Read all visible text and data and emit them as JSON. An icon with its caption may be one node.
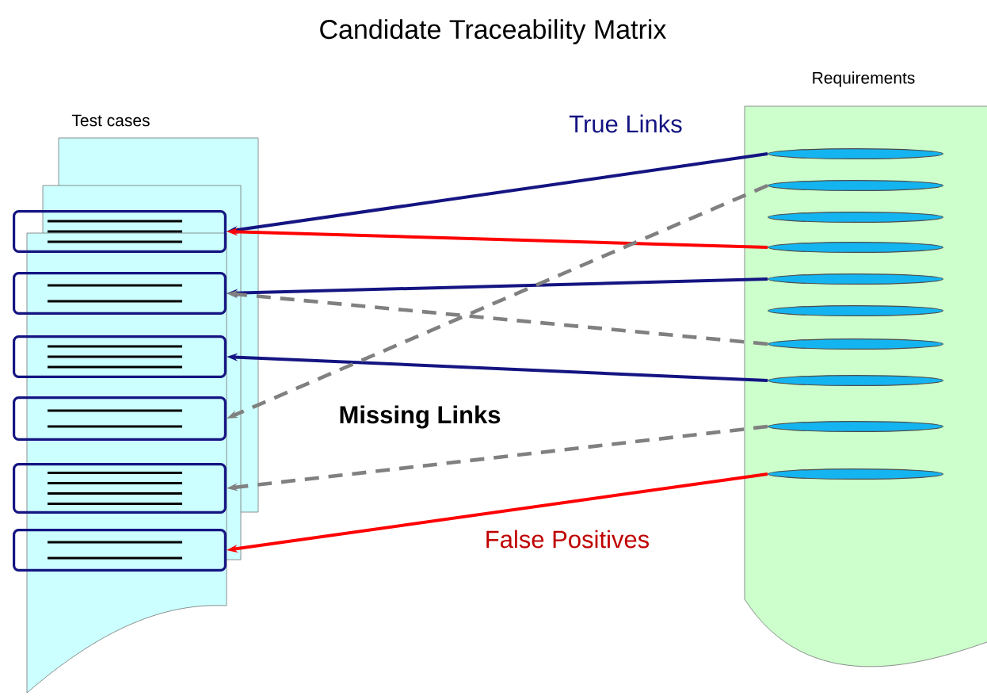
{
  "diagram": {
    "title": "Candidate Traceability Matrix",
    "nodes": [
      {
        "text": [
          "Test cases"
        ]
      },
      {
        "text": [],
        "shape": "box"
      },
      {
        "text": [],
        "shape": "box"
      },
      {
        "text": [],
        "shape": "box"
      },
      {
        "text": [],
        "shape": "box"
      },
      {
        "text": [],
        "shape": "box"
      },
      {
        "text": [],
        "shape": "box"
      },
      {
        "text": [
          "Requirements"
        ]
      },
      {
        "text": [],
        "shape": "ellipse",
        "in": 7
      },
      {
        "text": [],
        "shape": "ellipse",
        "in": 7
      },
      {
        "text": [],
        "shape": "ellipse",
        "in": 7
      },
      {
        "text": [],
        "shape": "ellipse",
        "in": 7
      },
      {
        "text": [],
        "shape": "ellipse",
        "in": 7
      },
      {
        "text": [],
        "shape": "ellipse",
        "in": 7
      },
      {
        "text": [],
        "shape": "ellipse",
        "in": 7
      },
      {
        "text": [],
        "shape": "ellipse",
        "in": 7
      },
      {
        "text": [],
        "shape": "ellipse",
        "in": 7
      },
      {
        "text": [],
        "shape": "ellipse",
        "in": 7
      }
    ],
    "edges": [
      {
        "from": 8,
        "to": 1,
        "arrow": "to"
      },
      {
        "from": 11,
        "to": 1,
        "arrow": "to",
        "color": "#ff0000"
      },
      {
        "from": 12,
        "to": 2,
        "arrow": "to"
      },
      {
        "from": 14,
        "to": 2,
        "arrow": "to",
        "style": "dashed",
        "color": "#808080"
      },
      {
        "from": 15,
        "to": 3,
        "arrow": "to"
      },
      {
        "from": 9,
        "to": 4,
        "arrow": "to",
        "style": "dashed",
        "color": "#808080"
      },
      {
        "from": 16,
        "to": 5,
        "arrow": "to",
        "style": "dashed",
        "color": "#808080"
      },
      {
        "from": 17,
        "to": 6,
        "arrow": "to",
        "color": "#ff0000"
      }
    ],
    "labels": [
      "True Links",
      "Missing Links",
      "False Positives"
    ]
  }
}
